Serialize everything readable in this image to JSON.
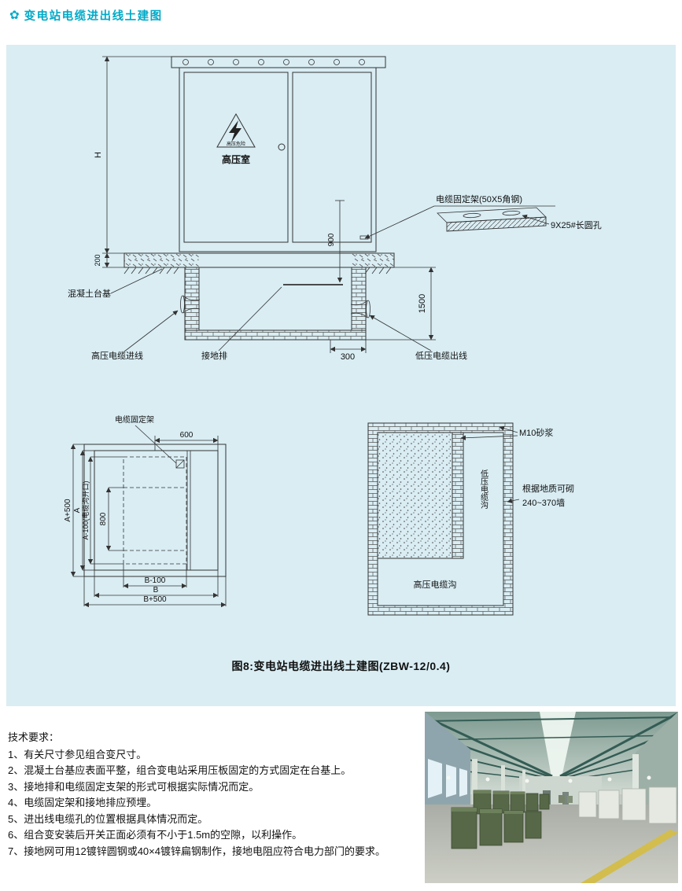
{
  "colors": {
    "accent": "#00a9c7",
    "panel-bg": "#d9edf3"
  },
  "header": {
    "bullet": "✿",
    "title": "变电站电缆进出线土建图"
  },
  "figure": {
    "caption": "图8:变电站电缆进出线土建图(ZBW-12/0.4)"
  },
  "elevation": {
    "dim_h": "H",
    "dim_200": "200",
    "dim_900": "900",
    "dim_1500": "1500",
    "dim_300": "300",
    "room_label": "高压室",
    "danger_label": "高压危险",
    "bracket_label": "电缆固定架(50X5角钢)",
    "slot_label": "9X25#长圆孔",
    "base_label": "混凝土台基",
    "hv_in_label": "高压电缆进线",
    "ground_bar_label": "接地排",
    "lv_out_label": "低压电缆出线"
  },
  "plan_left": {
    "bracket_label": "电缆固定架",
    "dim_600": "600",
    "dim_a_plus": "A+500",
    "dim_a": "A",
    "dim_a_minus": "A-100(电缆沟开口)",
    "dim_800": "800",
    "dim_b_minus": "B-100",
    "dim_b": "B",
    "dim_b_plus": "B+500"
  },
  "plan_right": {
    "mortar_label": "M10砂浆",
    "lv_trench_label": "低压电缆沟",
    "wall_note_line1": "根据地质可砌",
    "wall_note_line2": "240~370墙",
    "hv_trench_label": "高压电缆沟"
  },
  "tech": {
    "heading": "技术要求：",
    "items": [
      "1、有关尺寸参见组合变尺寸。",
      "2、混凝土台基应表面平整，组合变电站采用压板固定的方式固定在台基上。",
      "3、接地排和电缆固定支架的形式可根据实际情况而定。",
      "4、电缆固定架和接地排应预埋。",
      "5、进出线电缆孔的位置根据具体情况而定。",
      "6、组合变安装后开关正面必须有不小于1.5m的空隙，以利操作。",
      "7、接地网可用12镀锌圆钢或40×4镀锌扁钢制作，接地电阻应符合电力部门的要求。"
    ]
  }
}
